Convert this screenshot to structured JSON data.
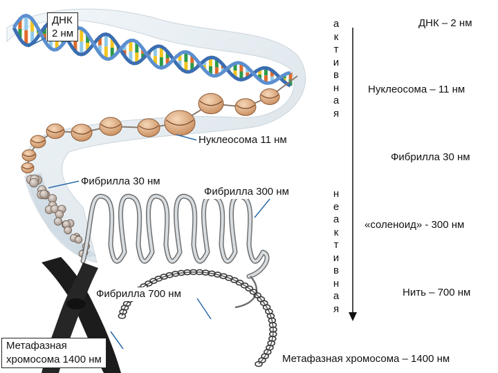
{
  "labels": {
    "dna": [
      "ДНК",
      "2 нм"
    ],
    "nucleosome": "Нуклеосома 11 нм",
    "fibril30": "Фибрилла 30 нм",
    "fibril300": "Фибрилла 300 нм",
    "fibril700": "Фибрилла 700 нм",
    "metaphase": [
      "Метафазная",
      "хромосома 1400 нм"
    ]
  },
  "scale": {
    "active": [
      "а",
      "к",
      "т",
      "и",
      "в",
      "н",
      "а",
      "я"
    ],
    "inactive": [
      "н",
      "е",
      "а",
      "к",
      "т",
      "и",
      "в",
      "н",
      "а",
      "я"
    ],
    "levels": {
      "dna": "ДНК – 2 нм",
      "nucleosome": "Нуклеосома – 11 нм",
      "fibril30": "Фибрилла 30 нм",
      "solenoid": "«соленоид» - 300 нм",
      "thread": "Нить – 700 нм",
      "metaphase": "Метафазная хромосома – 1400 нм"
    }
  },
  "colors": {
    "dna_backbone": "#3b6db0",
    "base_pairs": [
      "#f2c521",
      "#2e9a47",
      "#e06b2a",
      "#8fc9e8"
    ],
    "nucleosome": "#e8b98f",
    "fiber": "#cfd8de",
    "chromosome": "#1c1c1c"
  }
}
